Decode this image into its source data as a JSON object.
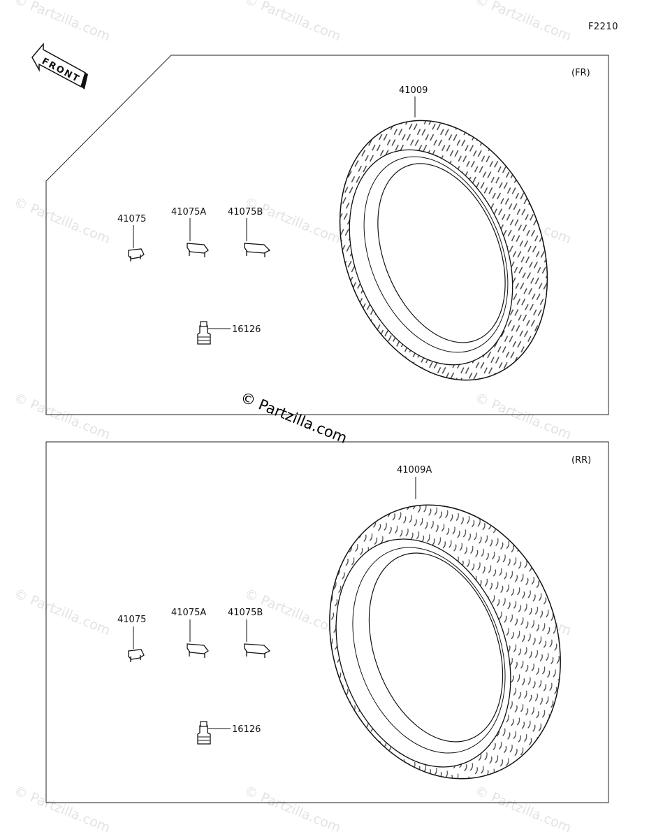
{
  "figure_code": "F2210",
  "front_arrow_label": "FRONT",
  "watermark": "© Partzilla.com",
  "panels": {
    "front": {
      "tag": "(FR)",
      "tire_part": "41009",
      "weights": [
        "41075",
        "41075A",
        "41075B"
      ],
      "valve_part": "16126"
    },
    "rear": {
      "tag": "(RR)",
      "tire_part": "41009A",
      "weights": [
        "41075",
        "41075A",
        "41075B"
      ],
      "valve_part": "16126"
    }
  }
}
